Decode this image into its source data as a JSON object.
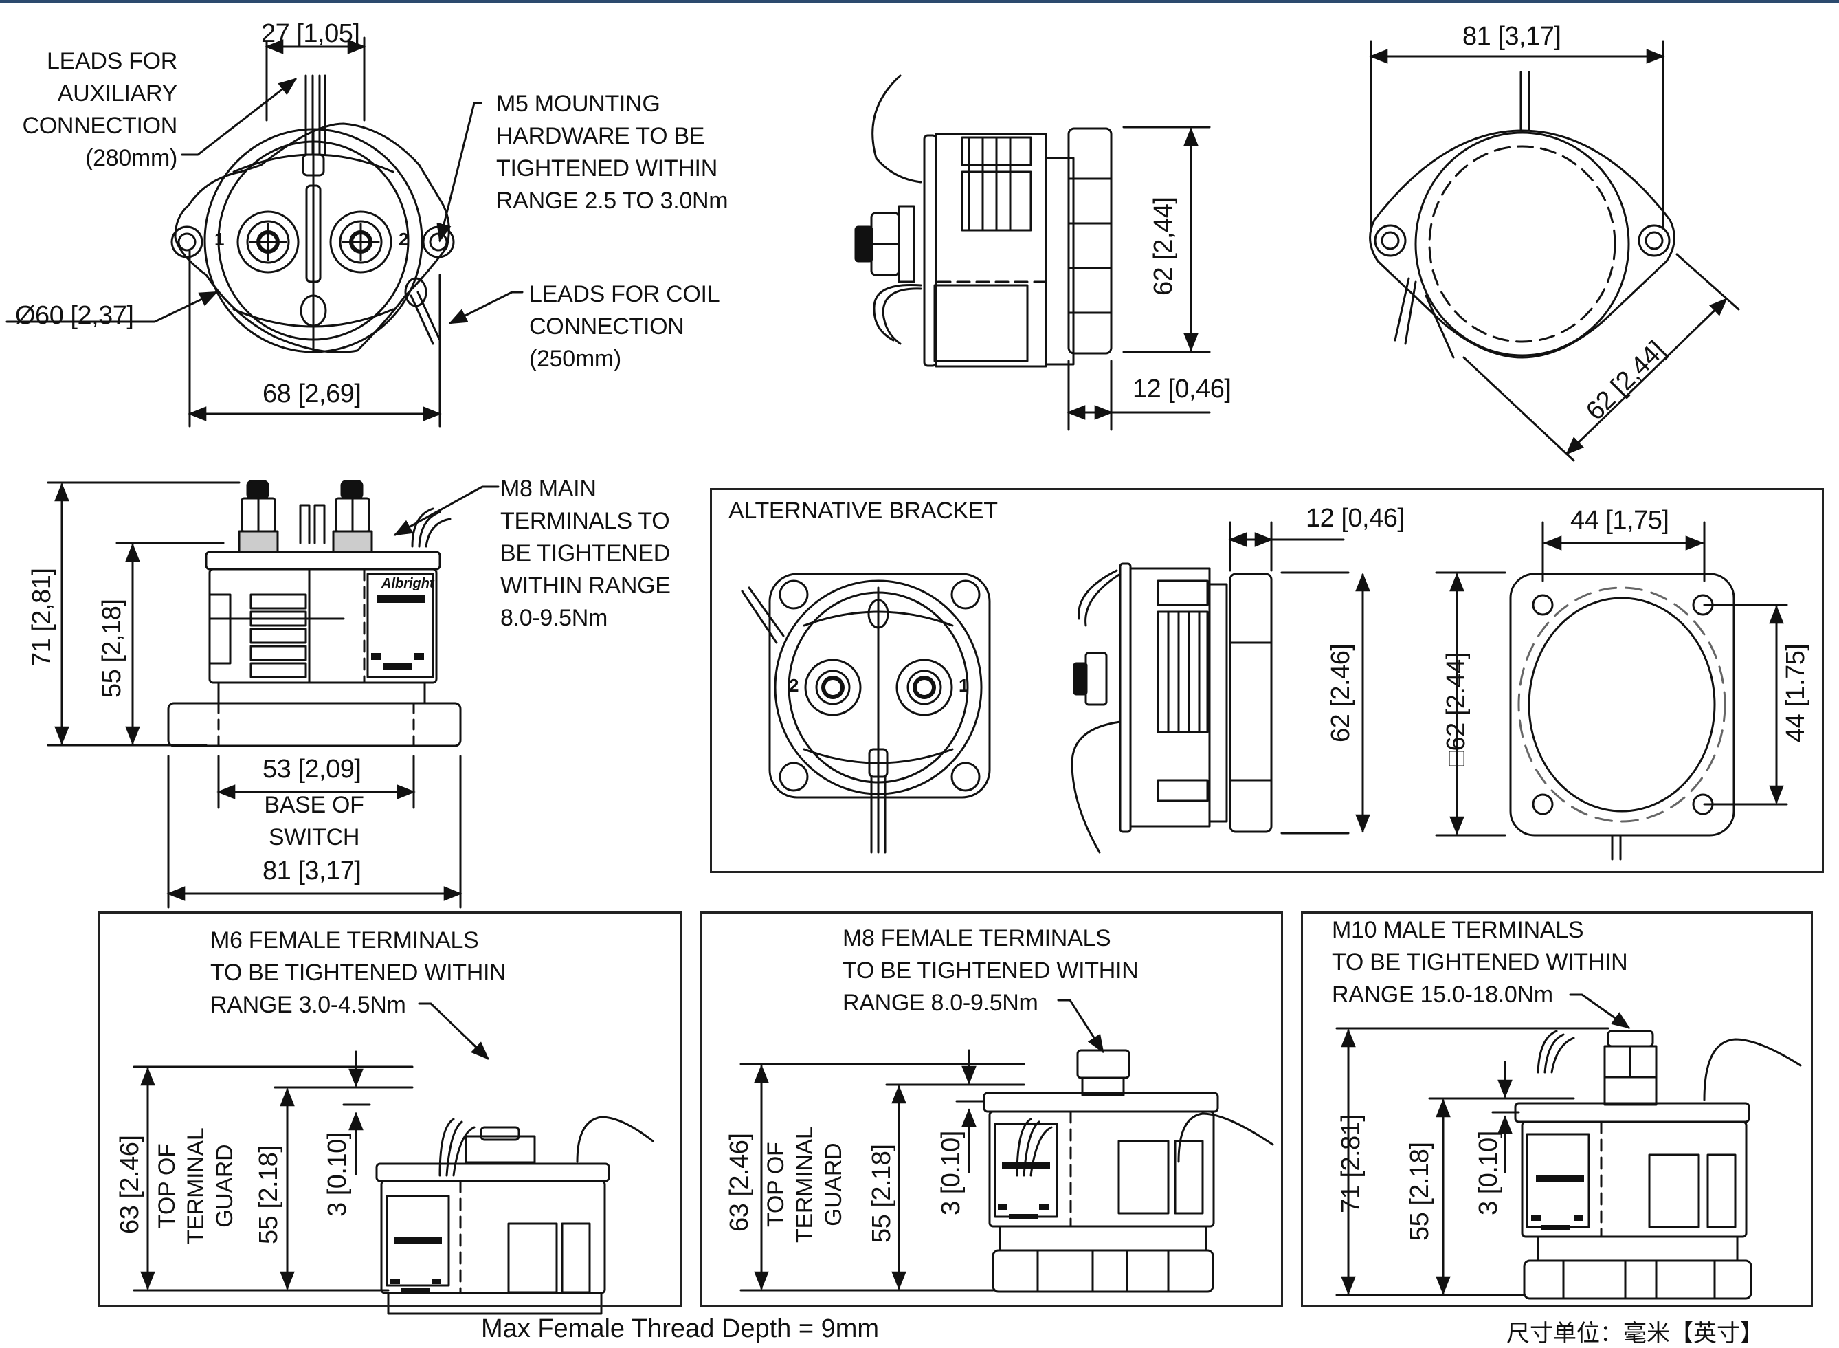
{
  "top_view": {
    "dim_width_leads": "27 [1,05]",
    "dim_diameter": "Ø60 [2,37]",
    "dim_width_flange": "68 [2,69]",
    "label_aux_leads": "LEADS FOR\nAUXILIARY\nCONNECTION\n(280mm)",
    "label_mounting": "M5 MOUNTING\nHARDWARE TO BE\nTIGHTENED WITHIN\nRANGE 2.5 TO 3.0Nm",
    "label_coil_leads": "LEADS FOR COIL\nCONNECTION\n(250mm)",
    "terminal_1": "1",
    "terminal_2": "2"
  },
  "side_view": {
    "dim_height": "62 [2,44]",
    "dim_flange_thickness": "12 [0,46]"
  },
  "bottom_view": {
    "dim_width": "81 [3,17]",
    "dim_diagonal": "62 [2,44]"
  },
  "front_view": {
    "dim_total_height": "71 [2,81]",
    "dim_body_height": "55 [2,18]",
    "dim_base_width": "53 [2,09]",
    "label_base": "BASE OF\nSWITCH",
    "dim_flange_width": "81 [3,17]",
    "label_main_terminals": "M8 MAIN\nTERMINALS TO\nBE TIGHTENED\nWITHIN RANGE\n8.0-9.5Nm"
  },
  "alternative_bracket": {
    "title": "ALTERNATIVE BRACKET",
    "dim_flange_thickness": "12 [0,46]",
    "dim_height": "62 [2.46]",
    "dim_square": "□62 [2.44]",
    "dim_hole_spacing_h": "44 [1,75]",
    "dim_hole_spacing_v": "44 [1.75]",
    "terminal_1": "1",
    "terminal_2": "2"
  },
  "variants": [
    {
      "label": "M6 FEMALE TERMINALS\nTO BE TIGHTENED WITHIN\nRANGE 3.0-4.5Nm",
      "dim_total": "63 [2.46]",
      "dim_total_note": "TOP OF\nTERMINAL\nGUARD",
      "dim_body": "55 [2.18]",
      "dim_offset": "3 [0.10]"
    },
    {
      "label": "M8 FEMALE TERMINALS\nTO BE TIGHTENED WITHIN\nRANGE 8.0-9.5Nm",
      "dim_total": "63 [2.46]",
      "dim_total_note": "TOP OF\nTERMINAL\nGUARD",
      "dim_body": "55 [2.18]",
      "dim_offset": "3 [0.10]"
    },
    {
      "label": "M10 MALE TERMINALS\nTO BE TIGHTENED WITHIN\nRANGE 15.0-18.0Nm",
      "dim_total": "71 [2.81]",
      "dim_body": "55 [2.18]",
      "dim_offset": "3 [0.10]"
    }
  ],
  "footer": {
    "note": "Max Female Thread Depth = 9mm",
    "units": "尺寸单位：毫米【英寸】"
  },
  "colors": {
    "top_bar": "#2c4a6e",
    "line": "#111111"
  }
}
